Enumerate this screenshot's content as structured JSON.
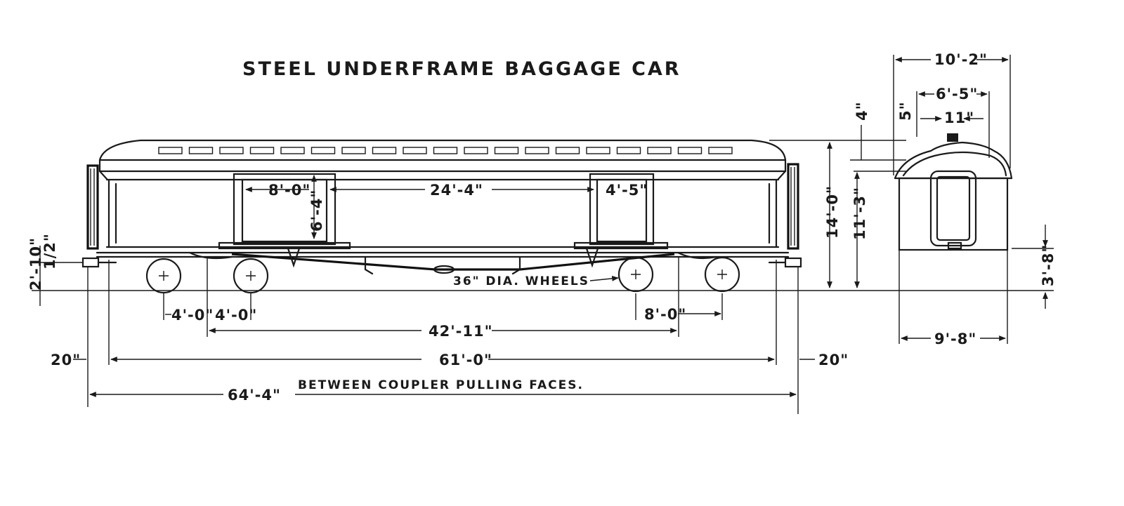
{
  "title": "STEEL UNDERFRAME BAGGAGE CAR",
  "side_view": {
    "door_width": "8'-0\"",
    "door_height": "6'-4\"",
    "door_spacing": "24'-4\"",
    "door_offset": "4'-5\"",
    "truck_wheelbase_a": "4'-0\"",
    "truck_wheelbase_b": "4'-0\"",
    "truck_wheelbase_right": "8'-0\"",
    "truck_centers": "42'-11\"",
    "body_length": "61'-0\"",
    "coupler_left": "20\"",
    "coupler_right": "20\"",
    "overall_length": "64'-4\"",
    "overall_note": "BETWEEN COUPLER PULLING FACES.",
    "wheel_note": "36\" DIA. WHEELS",
    "coupler_height_a": "2'-10\"",
    "coupler_height_b": "1/2\"",
    "height_overall": "14'-0\"",
    "height_eaves": "11'-3\"",
    "roof_4": "4\""
  },
  "end_view": {
    "width_top": "10'-2\"",
    "width_clerestory": "6'-5\"",
    "width_inner": "11\"",
    "roof_5": "5\"",
    "width_sill": "9'-8\"",
    "floor_height": "3'-8\""
  },
  "colors": {
    "ink": "#1a1a1a",
    "paper": "#ffffff"
  }
}
